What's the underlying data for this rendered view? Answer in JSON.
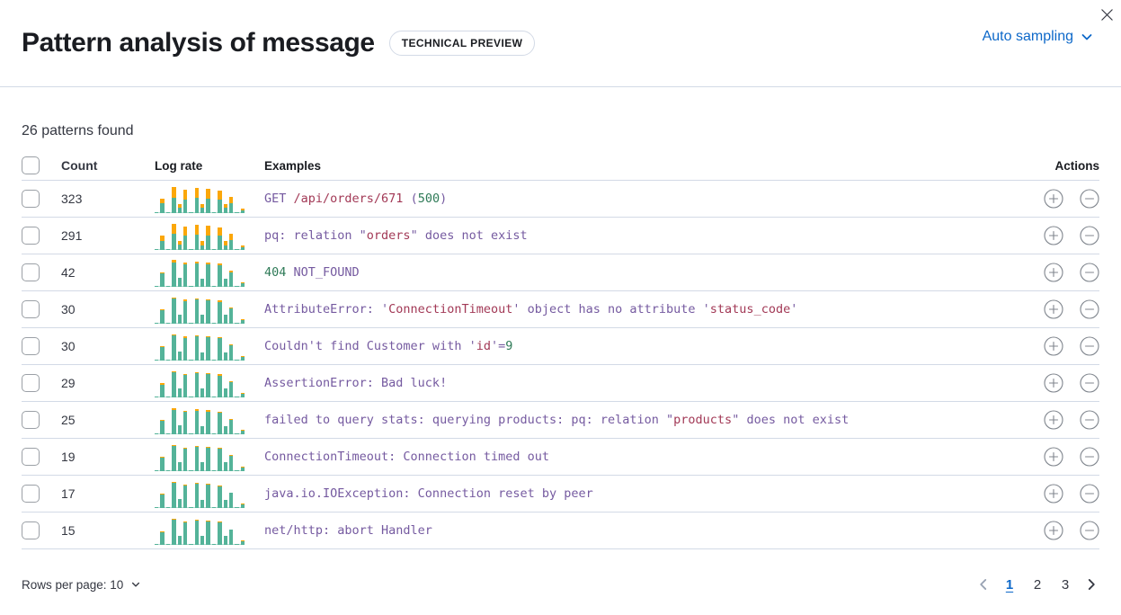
{
  "header": {
    "title": "Pattern analysis of message",
    "badge": "TECHNICAL PREVIEW",
    "sampling_label": "Auto sampling"
  },
  "summary": "26 patterns found",
  "table": {
    "columns": {
      "count": "Count",
      "log_rate": "Log rate",
      "examples": "Examples",
      "actions": "Actions"
    },
    "rows": [
      {
        "count": "323",
        "sparkline": {
          "green": [
            3,
            33,
            3,
            52,
            20,
            47,
            4,
            52,
            19,
            49,
            3,
            47,
            19,
            35,
            3,
            10
          ],
          "orange": [
            0,
            17,
            0,
            40,
            12,
            34,
            0,
            36,
            12,
            36,
            0,
            32,
            13,
            20,
            0,
            7
          ]
        },
        "example": [
          {
            "text": "GET ",
            "color": "purple"
          },
          {
            "text": "/api/orders/671",
            "color": "maroon"
          },
          {
            "text": " (",
            "color": "purple"
          },
          {
            "text": "500",
            "color": "green"
          },
          {
            "text": ")",
            "color": "purple"
          }
        ]
      },
      {
        "count": "291",
        "sparkline": {
          "green": [
            3,
            31,
            3,
            55,
            18,
            50,
            4,
            54,
            17,
            51,
            3,
            49,
            17,
            33,
            3,
            9
          ],
          "orange": [
            0,
            19,
            0,
            36,
            14,
            31,
            0,
            33,
            14,
            33,
            0,
            29,
            15,
            22,
            0,
            8
          ]
        },
        "example": [
          {
            "text": "pq: relation \"",
            "color": "purple"
          },
          {
            "text": "orders",
            "color": "maroon"
          },
          {
            "text": "\" does not exist",
            "color": "purple"
          }
        ]
      },
      {
        "count": "42",
        "sparkline": {
          "green": [
            3,
            46,
            3,
            85,
            31,
            77,
            4,
            82,
            29,
            79,
            3,
            75,
            29,
            51,
            3,
            13
          ],
          "orange": [
            0,
            5,
            0,
            8,
            0,
            6,
            0,
            7,
            0,
            6,
            0,
            5,
            0,
            4,
            0,
            4
          ]
        },
        "example": [
          {
            "text": "404",
            "color": "green"
          },
          {
            "text": " NOT_FOUND",
            "color": "purple"
          }
        ]
      },
      {
        "count": "30",
        "sparkline": {
          "green": [
            3,
            47,
            3,
            86,
            32,
            78,
            4,
            83,
            30,
            80,
            3,
            76,
            30,
            52,
            3,
            14
          ],
          "orange": [
            0,
            4,
            0,
            6,
            0,
            5,
            0,
            5,
            0,
            5,
            0,
            4,
            0,
            3,
            0,
            3
          ]
        },
        "example": [
          {
            "text": "AttributeError: '",
            "color": "purple"
          },
          {
            "text": "ConnectionTimeout",
            "color": "maroon"
          },
          {
            "text": "' object has no attribute '",
            "color": "purple"
          },
          {
            "text": "status_code",
            "color": "maroon"
          },
          {
            "text": "'",
            "color": "purple"
          }
        ]
      },
      {
        "count": "30",
        "sparkline": {
          "green": [
            3,
            46,
            3,
            87,
            31,
            79,
            4,
            84,
            29,
            81,
            3,
            77,
            29,
            53,
            3,
            13
          ],
          "orange": [
            0,
            3,
            0,
            5,
            0,
            4,
            0,
            5,
            0,
            4,
            0,
            4,
            0,
            3,
            0,
            2
          ]
        },
        "example": [
          {
            "text": "Couldn't find Customer with '",
            "color": "purple"
          },
          {
            "text": "id",
            "color": "maroon"
          },
          {
            "text": "'=",
            "color": "purple"
          },
          {
            "text": "9",
            "color": "green"
          }
        ]
      },
      {
        "count": "29",
        "sparkline": {
          "green": [
            3,
            45,
            3,
            86,
            32,
            78,
            4,
            83,
            30,
            80,
            3,
            76,
            30,
            52,
            3,
            14
          ],
          "orange": [
            1,
            4,
            1,
            5,
            0,
            4,
            0,
            5,
            0,
            4,
            0,
            4,
            1,
            3,
            1,
            3
          ]
        },
        "example": [
          {
            "text": "AssertionError: Bad luck!",
            "color": "purple"
          }
        ]
      },
      {
        "count": "25",
        "sparkline": {
          "green": [
            3,
            46,
            3,
            85,
            31,
            77,
            4,
            82,
            29,
            79,
            3,
            75,
            29,
            51,
            3,
            13
          ],
          "orange": [
            0,
            4,
            0,
            6,
            0,
            4,
            0,
            5,
            0,
            4,
            0,
            4,
            0,
            3,
            0,
            3
          ]
        },
        "example": [
          {
            "text": "failed to query stats: querying products: pq: relation \"",
            "color": "purple"
          },
          {
            "text": "products",
            "color": "maroon"
          },
          {
            "text": "\" does not exist",
            "color": "purple"
          }
        ]
      },
      {
        "count": "19",
        "sparkline": {
          "green": [
            3,
            47,
            3,
            87,
            32,
            79,
            4,
            84,
            30,
            81,
            3,
            77,
            30,
            53,
            3,
            14
          ],
          "orange": [
            0,
            3,
            0,
            4,
            0,
            3,
            0,
            4,
            0,
            3,
            0,
            3,
            0,
            2,
            0,
            2
          ]
        },
        "example": [
          {
            "text": "ConnectionTimeout: Connection timed out",
            "color": "purple"
          }
        ]
      },
      {
        "count": "17",
        "sparkline": {
          "green": [
            3,
            46,
            3,
            86,
            31,
            78,
            4,
            83,
            29,
            80,
            3,
            76,
            29,
            52,
            3,
            13
          ],
          "orange": [
            0,
            3,
            0,
            4,
            0,
            3,
            0,
            4,
            0,
            3,
            0,
            3,
            0,
            2,
            0,
            2
          ]
        },
        "example": [
          {
            "text": "java.io.IOException: Connection reset by peer",
            "color": "purple"
          }
        ]
      },
      {
        "count": "15",
        "sparkline": {
          "green": [
            3,
            45,
            3,
            87,
            32,
            79,
            4,
            84,
            30,
            81,
            3,
            77,
            30,
            52,
            3,
            14
          ],
          "orange": [
            0,
            3,
            0,
            4,
            0,
            3,
            0,
            4,
            0,
            3,
            0,
            3,
            0,
            2,
            0,
            3
          ]
        },
        "example": [
          {
            "text": "net/http: abort Handler",
            "color": "purple"
          }
        ]
      }
    ]
  },
  "footer": {
    "rows_per_page_label": "Rows per page: 10",
    "pagination": {
      "pages": [
        "1",
        "2",
        "3"
      ],
      "active_page": "1"
    }
  },
  "colors": {
    "link_blue": "#0d68c9",
    "bar_green": "#54b399",
    "bar_orange": "#fba709",
    "token_purple": "#755aa0",
    "token_maroon": "#a23956",
    "token_green": "#2e7a57",
    "divider": "#d3dae6"
  }
}
